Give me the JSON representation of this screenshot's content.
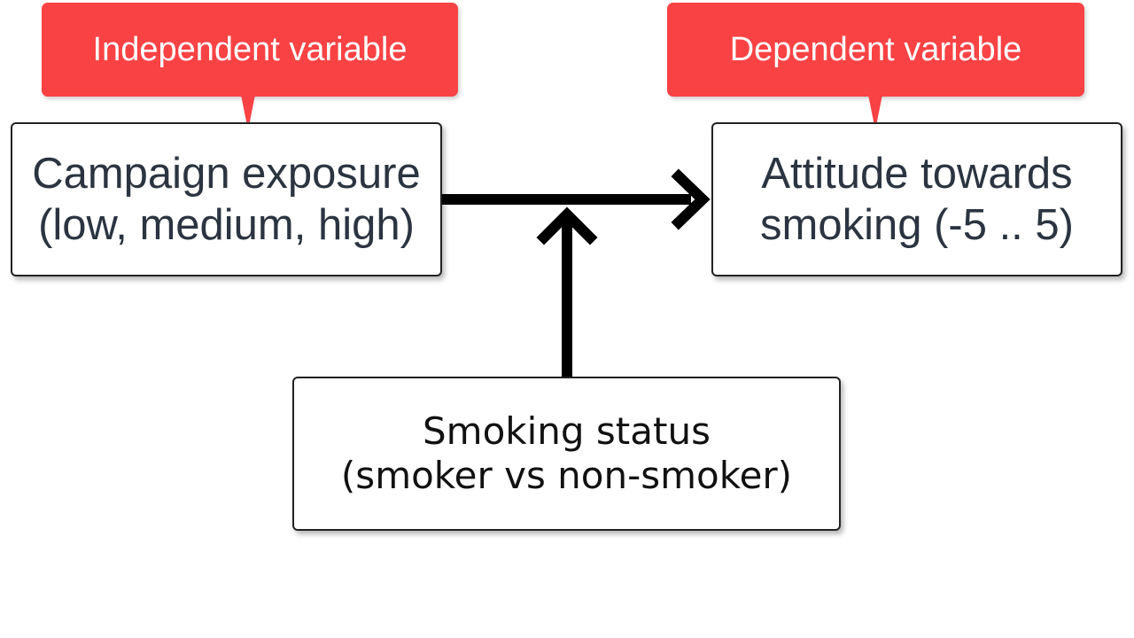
{
  "callouts": {
    "independent": "Independent variable",
    "dependent": "Dependent variable"
  },
  "boxes": {
    "independent": {
      "line1": "Campaign exposure",
      "line2": "(low, medium, high)"
    },
    "dependent": {
      "line1": "Attitude towards",
      "line2": "smoking (-5 .. 5)"
    },
    "moderator": {
      "line1": "Smoking status",
      "line2": "(smoker vs non-smoker)"
    }
  },
  "colors": {
    "callout": "#f94244",
    "arrow": "#000000",
    "box_text": "#2b3440"
  }
}
